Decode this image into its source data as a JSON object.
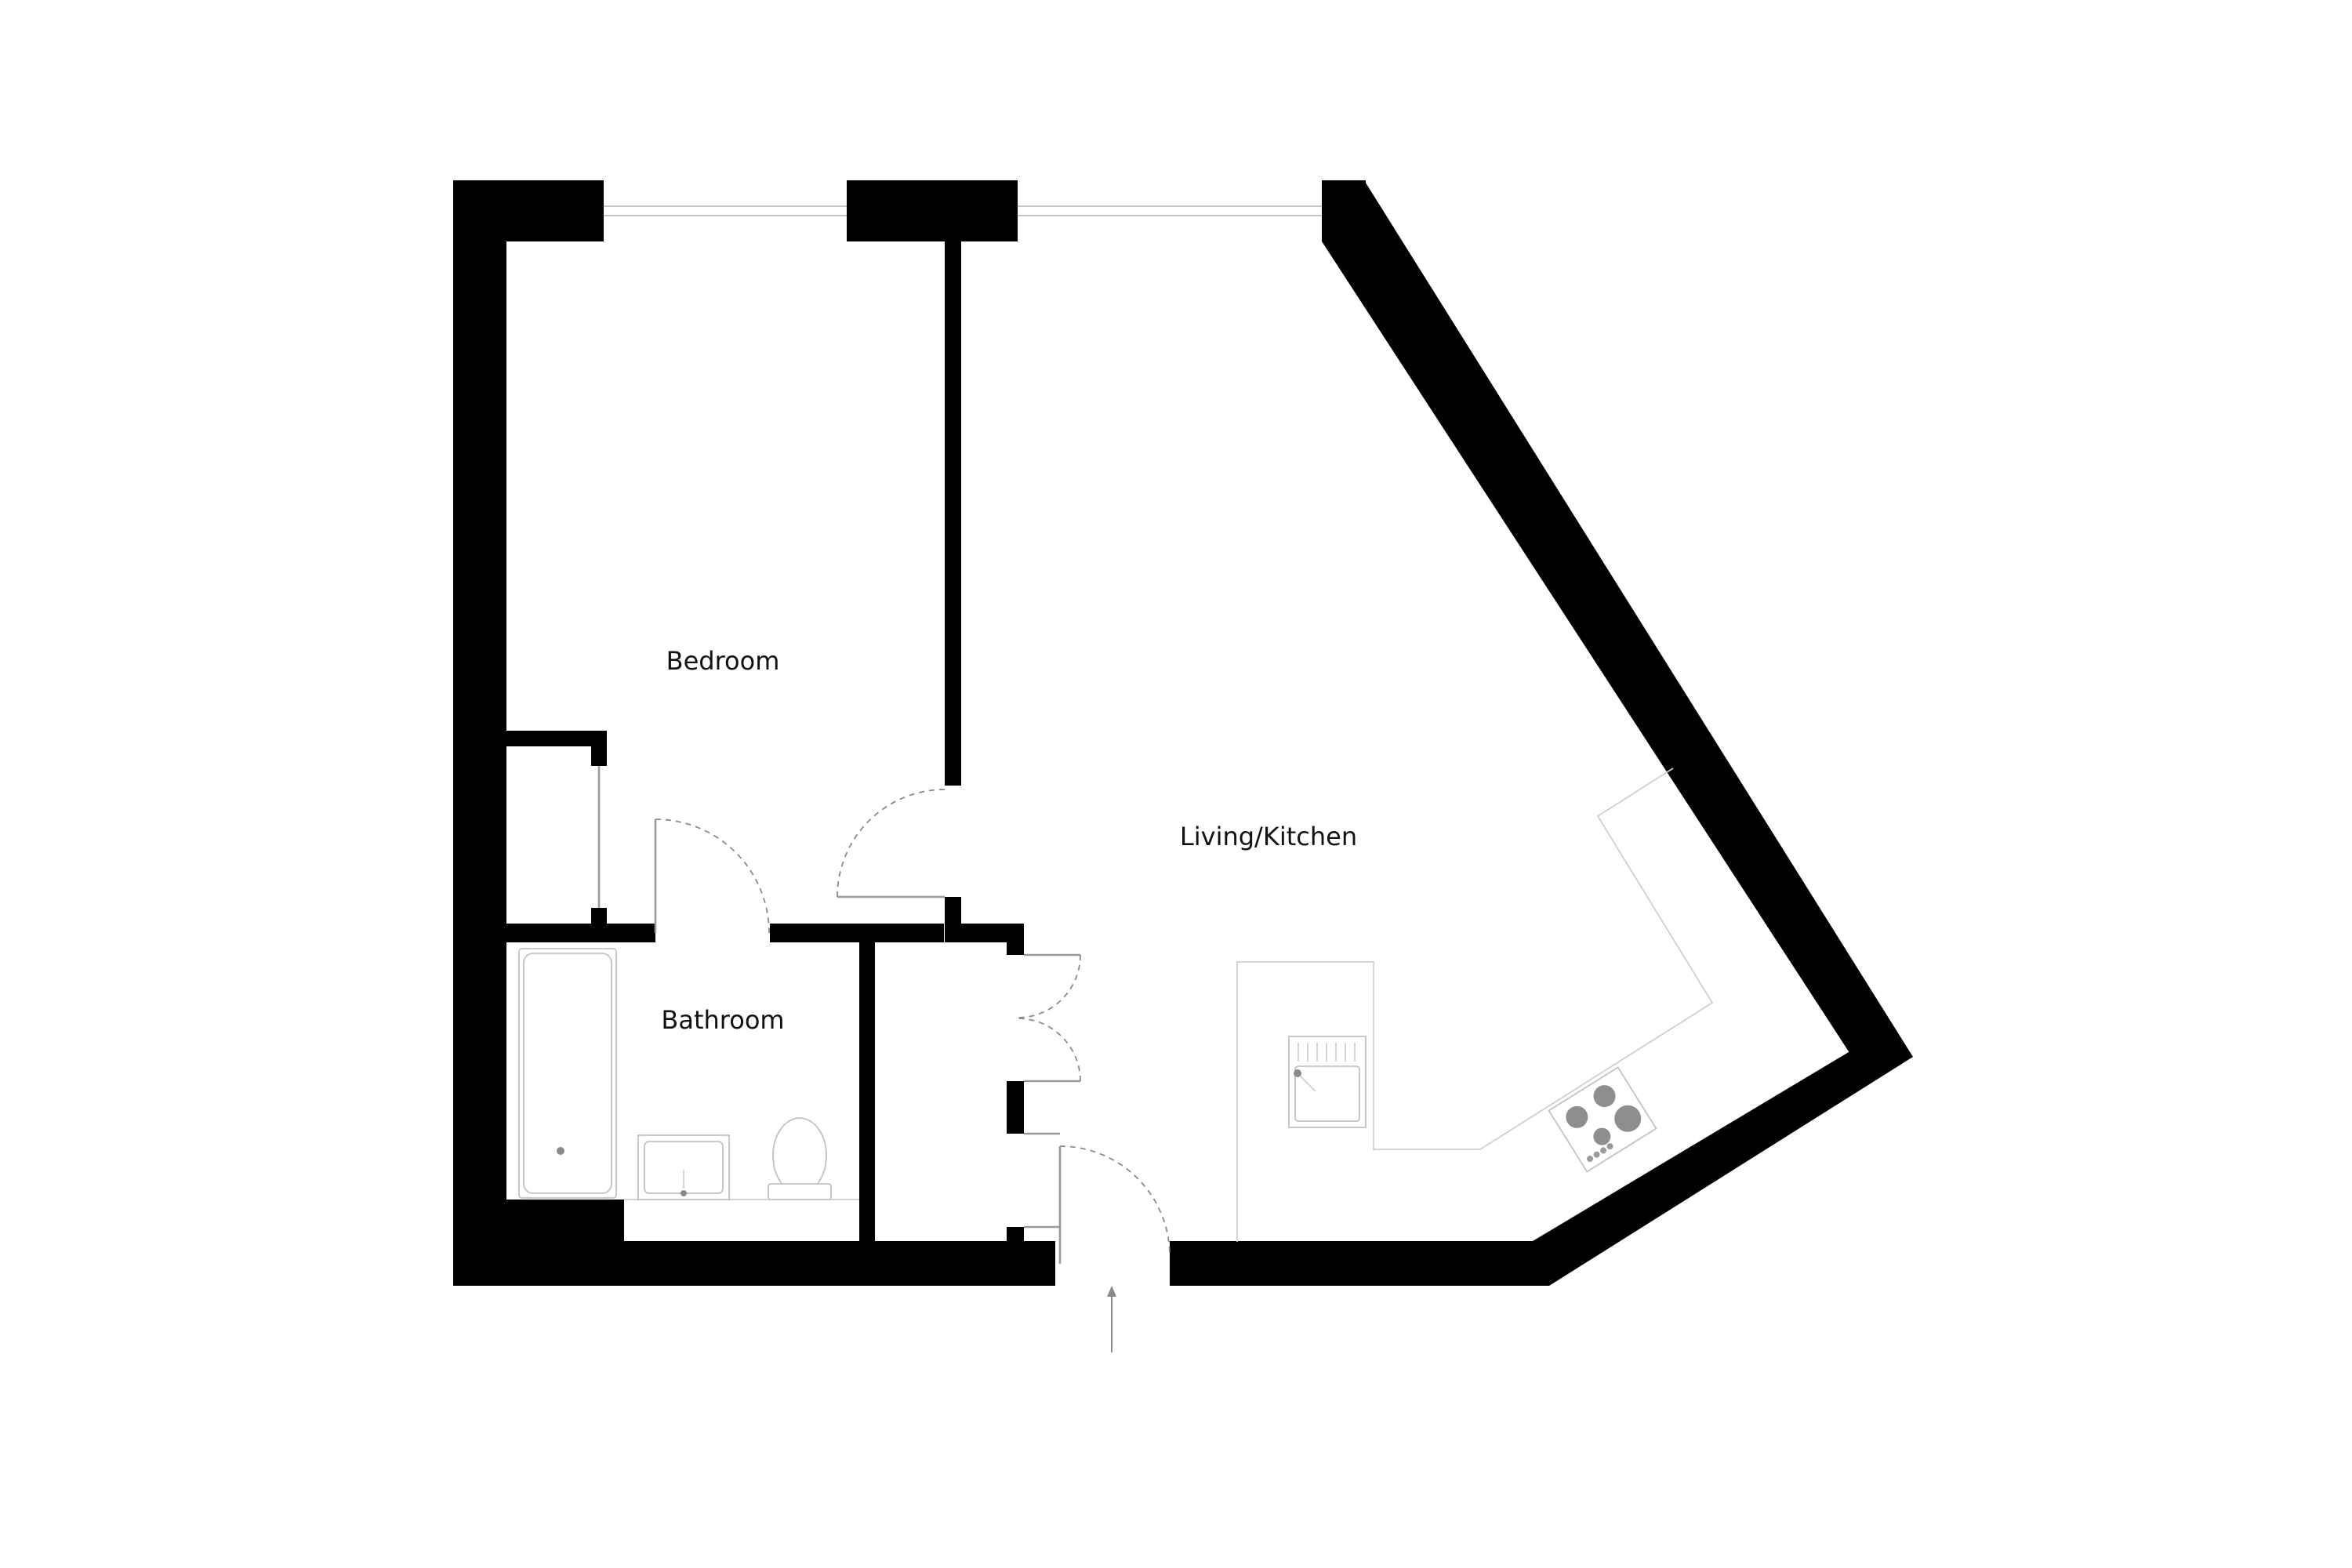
{
  "rooms": {
    "bedroom": "Bedroom",
    "living_kitchen": "Living/Kitchen",
    "bathroom": "Bathroom"
  },
  "colors": {
    "wall": "#000000",
    "fixture_line": "#c2c2c2",
    "door_swing": "#8a8a8a",
    "background": "#ffffff"
  }
}
